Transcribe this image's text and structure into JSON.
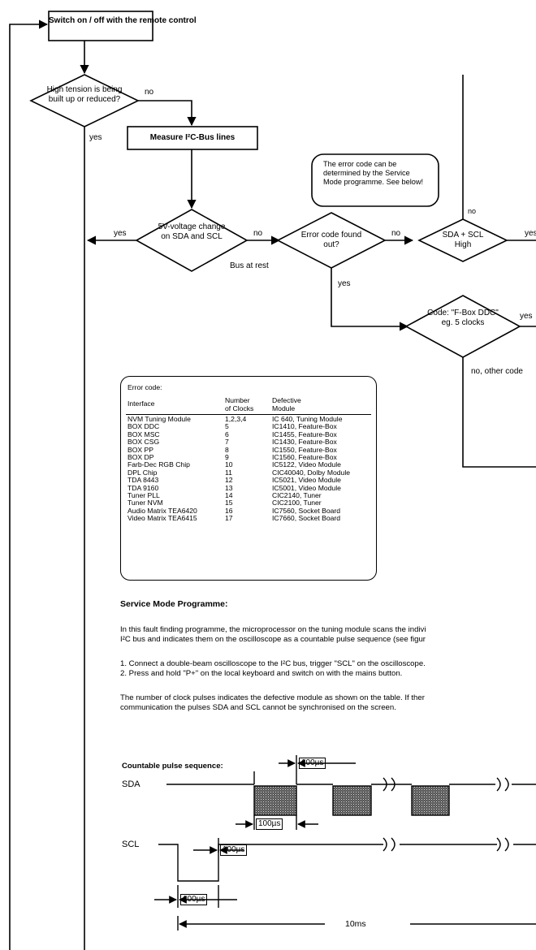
{
  "flowchart": {
    "start_box": "Switch on / off with the remote control",
    "d1": "High tension is being built up or reduced?",
    "d1_no": "no",
    "d1_yes": "yes",
    "measure_box": "Measure I²C-Bus lines",
    "note_box": "The error code can be determined by the Service Mode programme. See below!",
    "d2": "5V-voltage change on SDA and SCL",
    "d2_yes": "yes",
    "d2_no": "no",
    "bus_rest": "Bus at rest",
    "d3": "Error code found out?",
    "d3_no": "no",
    "d3_yes": "yes",
    "d4": "SDA + SCL High",
    "d4_no": "no",
    "d4_yes": "yes",
    "d5": "Code: \"F-Box DDC\" eg. 5 clocks",
    "d5_yes": "yes",
    "d5_no": "no, other code"
  },
  "error_table": {
    "title": "Error code:",
    "headers": [
      "Interface",
      "Number of Clocks",
      "Defective Module"
    ],
    "rows": [
      [
        "NVM Tuning Module",
        "1,2,3,4",
        "IC 640, Tuning Module"
      ],
      [
        "BOX DDC",
        "5",
        "IC1410, Feature-Box"
      ],
      [
        "BOX MSC",
        "6",
        "IC1455, Feature-Box"
      ],
      [
        "BOX CSG",
        "7",
        "IC1430, Feature-Box"
      ],
      [
        "BOX PP",
        "8",
        "IC1550, Feature-Box"
      ],
      [
        "BOX DP",
        "9",
        "IC1560, Feature-Box"
      ],
      [
        "Farb-Dec RGB Chip",
        "10",
        "IC5122, Video Module"
      ],
      [
        "DPL Chip",
        "11",
        "CIC40040, Dolby Module"
      ],
      [
        "TDA 8443",
        "12",
        "IC5021, Video Module"
      ],
      [
        "TDA 9160",
        "13",
        "IC5001, Video Module"
      ],
      [
        "Tuner PLL",
        "14",
        "CIC2140, Tuner"
      ],
      [
        "Tuner NVM",
        "15",
        "CIC2100, Tuner"
      ],
      [
        "Audio Matrix TEA6420",
        "16",
        "IC7560, Socket Board"
      ],
      [
        "Video Matrix TEA6415",
        "17",
        "IC7660, Socket Board"
      ]
    ]
  },
  "service": {
    "heading": "Service Mode Programme:",
    "p1_line1": "In this fault finding programme, the microprocessor on the tuning module scans the indivi",
    "p1_line2": "I²C bus and indicates them on the oscilloscope as a countable pulse sequence (see figur",
    "step1": "1. Connect a double-beam oscilloscope to the I²C bus, trigger \"SCL\" on the oscilloscope.",
    "step2": "2. Press and hold \"P+\" on the local keyboard and switch on with the mains button.",
    "p2_line1": "The number of clock pulses indicates the defective module as shown on the table. If ther",
    "p2_line2": "communication the pulses SDA and SCL cannot be synchronised on the screen."
  },
  "pulse": {
    "title": "Countable pulse sequence:",
    "sda": "SDA",
    "scl": "SCL",
    "t1": "100µs",
    "t2": "100µs",
    "t3": "100µs",
    "t4": "100µs",
    "span": "10ms"
  }
}
